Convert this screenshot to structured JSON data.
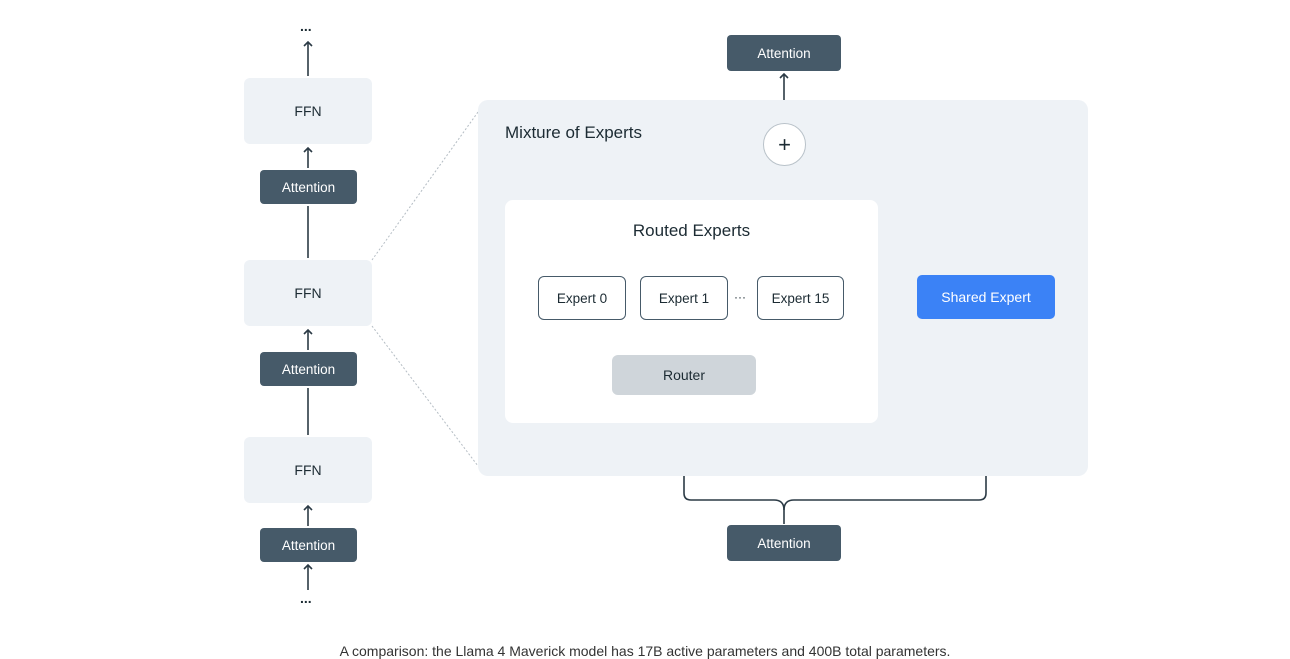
{
  "stack": {
    "top_ellipsis": "...",
    "bottom_ellipsis": "...",
    "ffn_label": "FFN",
    "attention_label": "Attention"
  },
  "moe": {
    "title": "Mixture of Experts",
    "attention_top": "Attention",
    "attention_bottom": "Attention",
    "plus_symbol": "+",
    "routed": {
      "title": "Routed Experts",
      "experts": [
        "Expert 0",
        "Expert 1",
        "Expert 15"
      ],
      "ellipsis": "···",
      "router_label": "Router"
    },
    "shared_label": "Shared Expert"
  },
  "caption": "A comparison: the Llama 4 Maverick model has 17B active parameters and 400B total parameters."
}
